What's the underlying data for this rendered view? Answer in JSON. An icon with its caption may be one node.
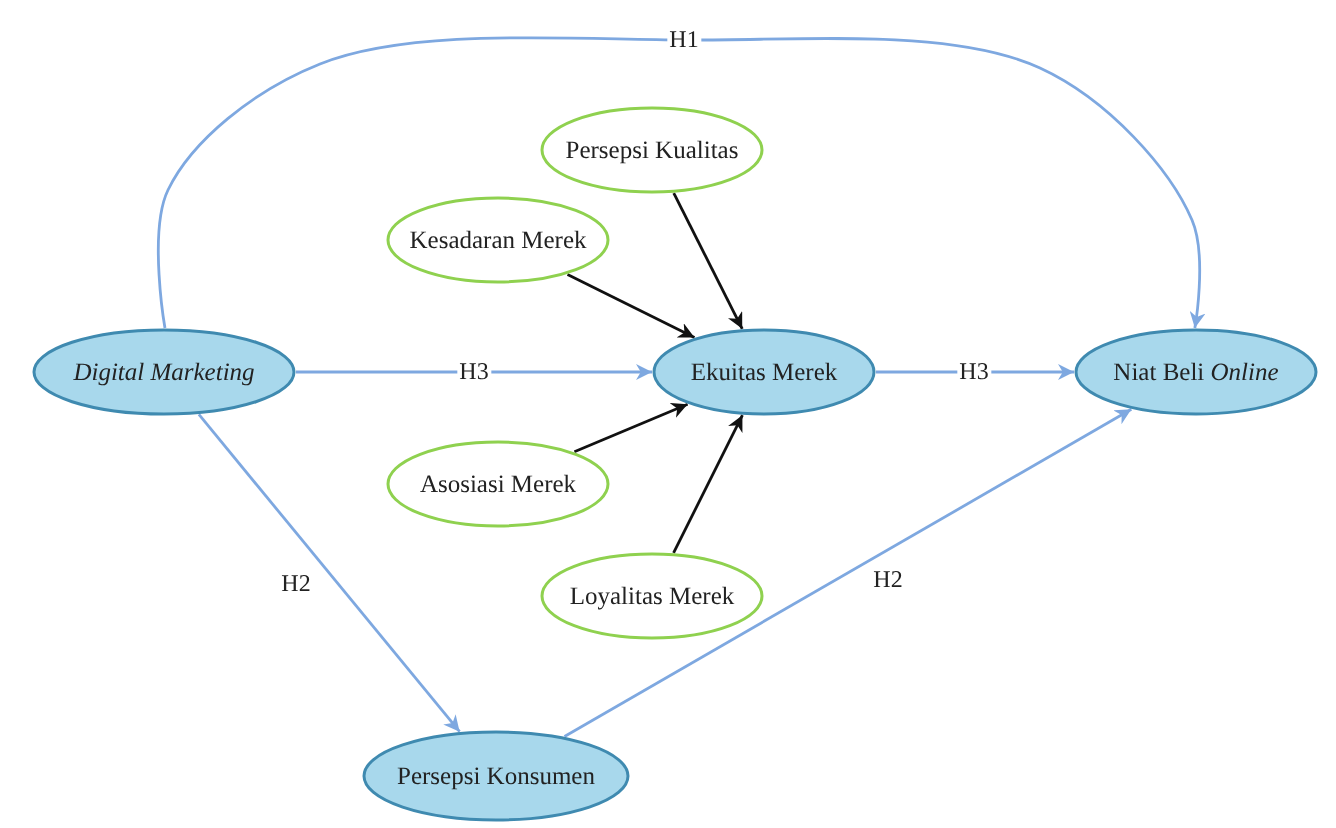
{
  "diagram": {
    "nodes": [
      {
        "text": [
          "Digital Marketing"
        ]
      },
      {
        "text": [
          "Persepsi Kualitas"
        ]
      },
      {
        "text": [
          "Kesadaran Merek"
        ]
      },
      {
        "text": [
          "Ekuitas Merek"
        ]
      },
      {
        "text": [
          "Niat Beli *Online*"
        ]
      },
      {
        "text": [
          "Asosiasi Merek"
        ]
      },
      {
        "text": [
          "Loyalitas Merek"
        ]
      },
      {
        "text": [
          "Persepsi Konsumen"
        ]
      }
    ],
    "edges": [
      {
        "from": 0,
        "to": 4,
        "arrow": "to",
        "label": "H1"
      },
      {
        "from": 1,
        "to": 3,
        "arrow": "to",
        "color": "#111111"
      },
      {
        "from": 2,
        "to": 3,
        "arrow": "to",
        "color": "#111111"
      },
      {
        "from": 0,
        "to": 3,
        "arrow": "to",
        "label": "H3"
      },
      {
        "from": 3,
        "to": 4,
        "arrow": "to",
        "label": "H3"
      },
      {
        "from": 5,
        "to": 3,
        "arrow": "to",
        "color": "#111111"
      },
      {
        "from": 6,
        "to": 3,
        "arrow": "to",
        "color": "#111111"
      },
      {
        "from": 0,
        "to": 7,
        "arrow": "to",
        "label": "H2"
      },
      {
        "from": 7,
        "to": 4,
        "arrow": "to",
        "label": "H2"
      }
    ]
  }
}
